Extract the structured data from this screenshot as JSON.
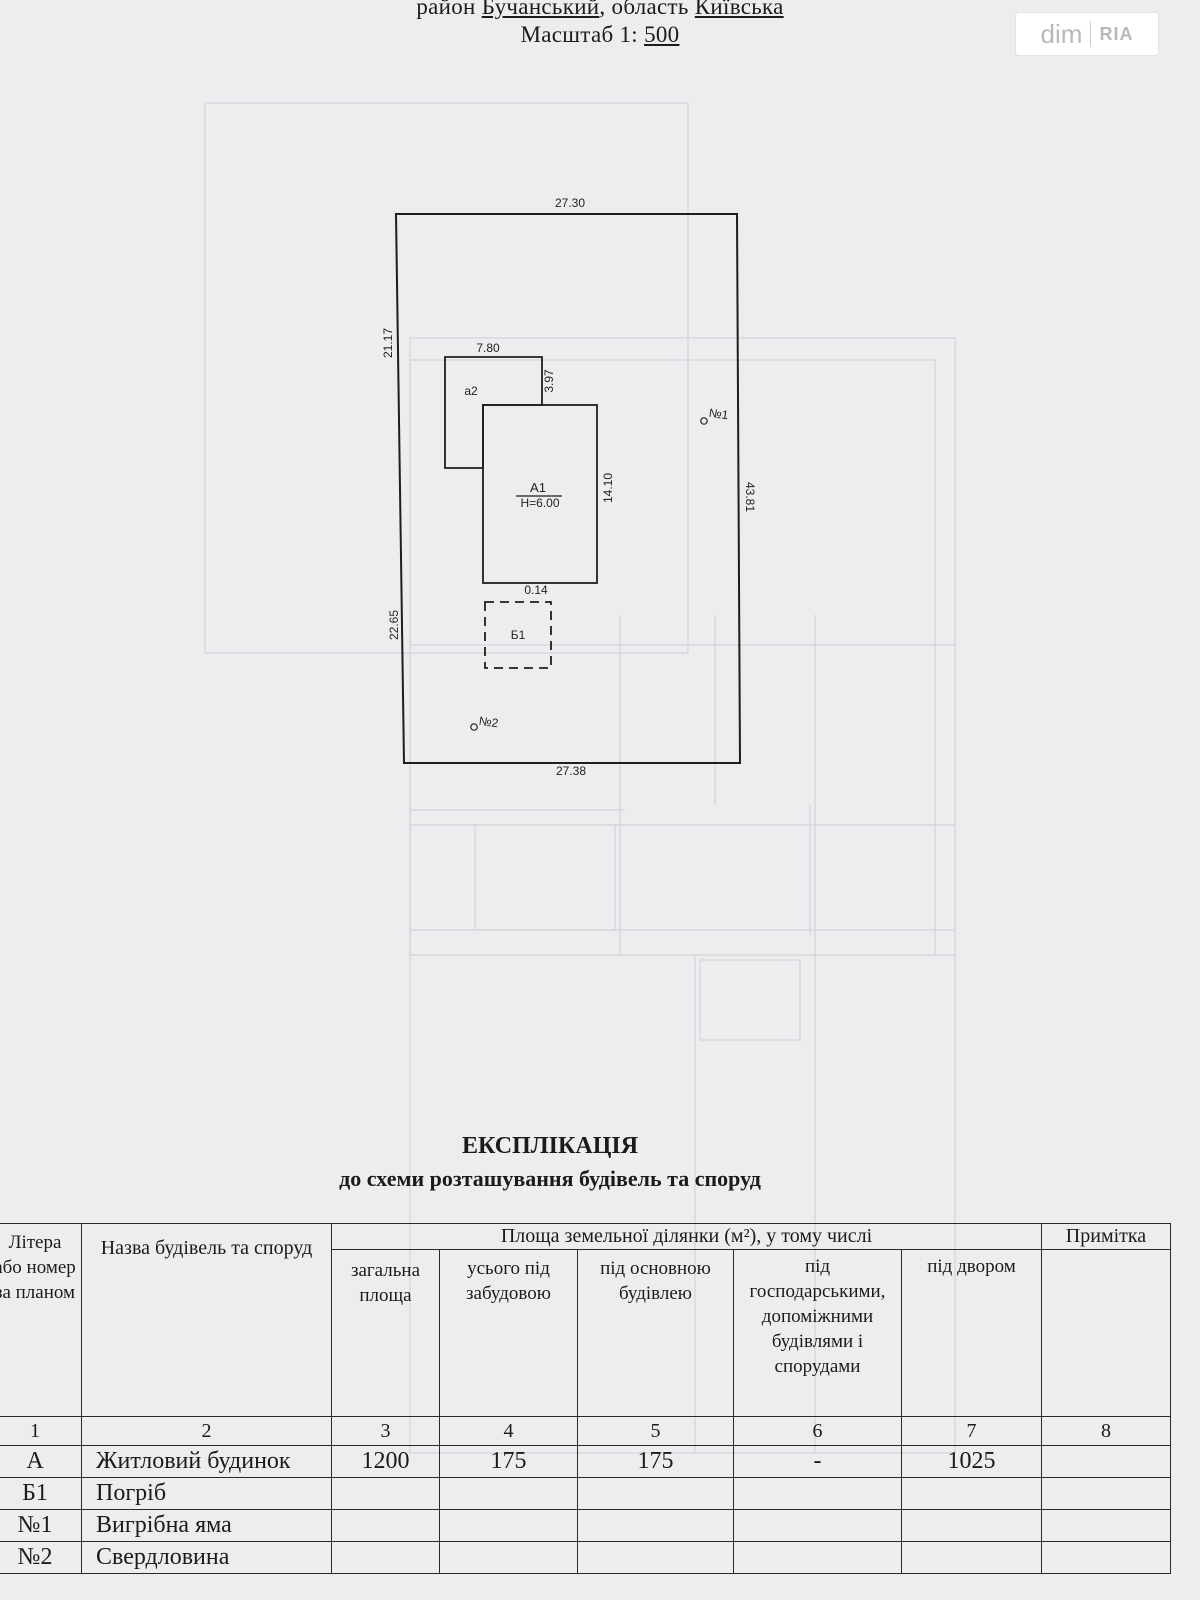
{
  "header": {
    "district_label": "район",
    "district_value": "Бучанський",
    "region_label": "область",
    "region_value": "Київська",
    "scale_label": "Масштаб 1:",
    "scale_value": "500"
  },
  "watermark": {
    "part_a": "dim",
    "part_b": "RIA"
  },
  "plan": {
    "dimensions": {
      "top": "27.30",
      "bottom": "27.38",
      "left_upper": "21.17",
      "left_lower": "22.65",
      "right": "43.81",
      "annex_width": "7.80",
      "annex_depth": "3.97",
      "house_depth": "14.10",
      "gap": "0.14"
    },
    "labels": {
      "annex": "а2",
      "house": "А1",
      "house_height": "Н=6.00",
      "cellar": "Б1",
      "pit": "№1",
      "well": "№2"
    }
  },
  "explication": {
    "title": "ЕКСПЛІКАЦІЯ",
    "subtitle": "до схеми розташування будівель та споруд",
    "headers": {
      "col1": "Літера або номер за планом",
      "col2": "Назва будівель та споруд",
      "area_group": "Площа земельної ділянки (м²), у тому числі",
      "col3": "загальна площа",
      "col4": "усього під забудовою",
      "col5": "під основною будівлею",
      "col6": "під господарськими, допоміжними будівлями і спорудами",
      "col7": "під двором",
      "col8": "Примітка"
    },
    "column_numbers": [
      "1",
      "2",
      "3",
      "4",
      "5",
      "6",
      "7",
      "8"
    ],
    "rows": [
      {
        "letter": "А",
        "name": "Житловий будинок",
        "total": "1200",
        "built": "175",
        "main": "175",
        "aux": "-",
        "yard": "1025",
        "note": ""
      },
      {
        "letter": "Б1",
        "name": "Погріб",
        "total": "",
        "built": "",
        "main": "",
        "aux": "",
        "yard": "",
        "note": ""
      },
      {
        "letter": "№1",
        "name": "Вигрібна яма",
        "total": "",
        "built": "",
        "main": "",
        "aux": "",
        "yard": "",
        "note": ""
      },
      {
        "letter": "№2",
        "name": "Свердловина",
        "total": "",
        "built": "",
        "main": "",
        "aux": "",
        "yard": "",
        "note": ""
      }
    ]
  }
}
